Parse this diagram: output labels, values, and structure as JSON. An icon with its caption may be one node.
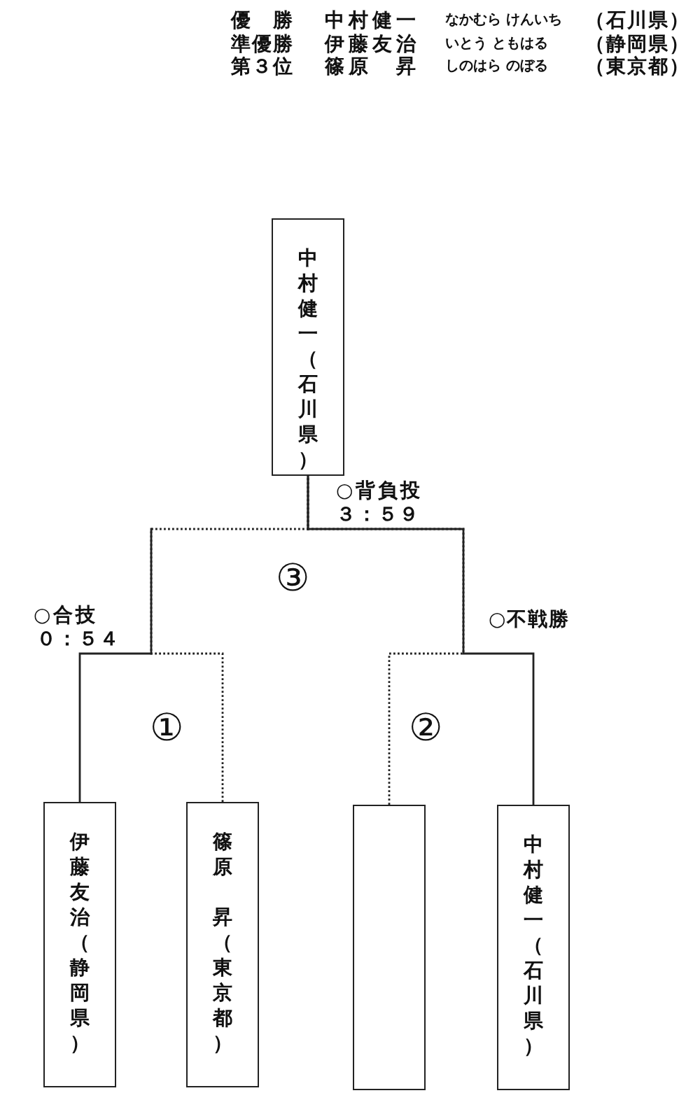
{
  "diagram": {
    "nodes": [
      {
        "text": [
          "中村健一（石川県）"
        ]
      },
      {
        "text": [
          "伊藤友治（静岡県）"
        ]
      },
      {
        "text": [
          "篠原昇（東京都）"
        ]
      },
      {
        "text": [],
        "shape": "box"
      },
      {
        "text": [
          "中村健一（石川県）"
        ]
      }
    ],
    "edges": [
      {
        "from": 1,
        "to": 0,
        "arrow": "none"
      },
      {
        "from": 2,
        "to": 0,
        "arrow": "none",
        "style": "dashed"
      },
      {
        "from": 3,
        "to": 0,
        "arrow": "none",
        "style": "dashed"
      },
      {
        "from": 4,
        "to": 0,
        "arrow": "none"
      }
    ],
    "labels": [
      "優　勝",
      "中村健一",
      "なかむら けんいち",
      "（石川県）",
      "準優勝",
      "伊藤友治",
      "いとう ともはる",
      "（静岡県）",
      "第３位",
      "篠原　昇",
      "しのはら のぼる",
      "（東京都）",
      "○背負投",
      "３：５９",
      "③",
      "○合技",
      "０：５４",
      "○不戦勝",
      "①",
      "②"
    ]
  }
}
